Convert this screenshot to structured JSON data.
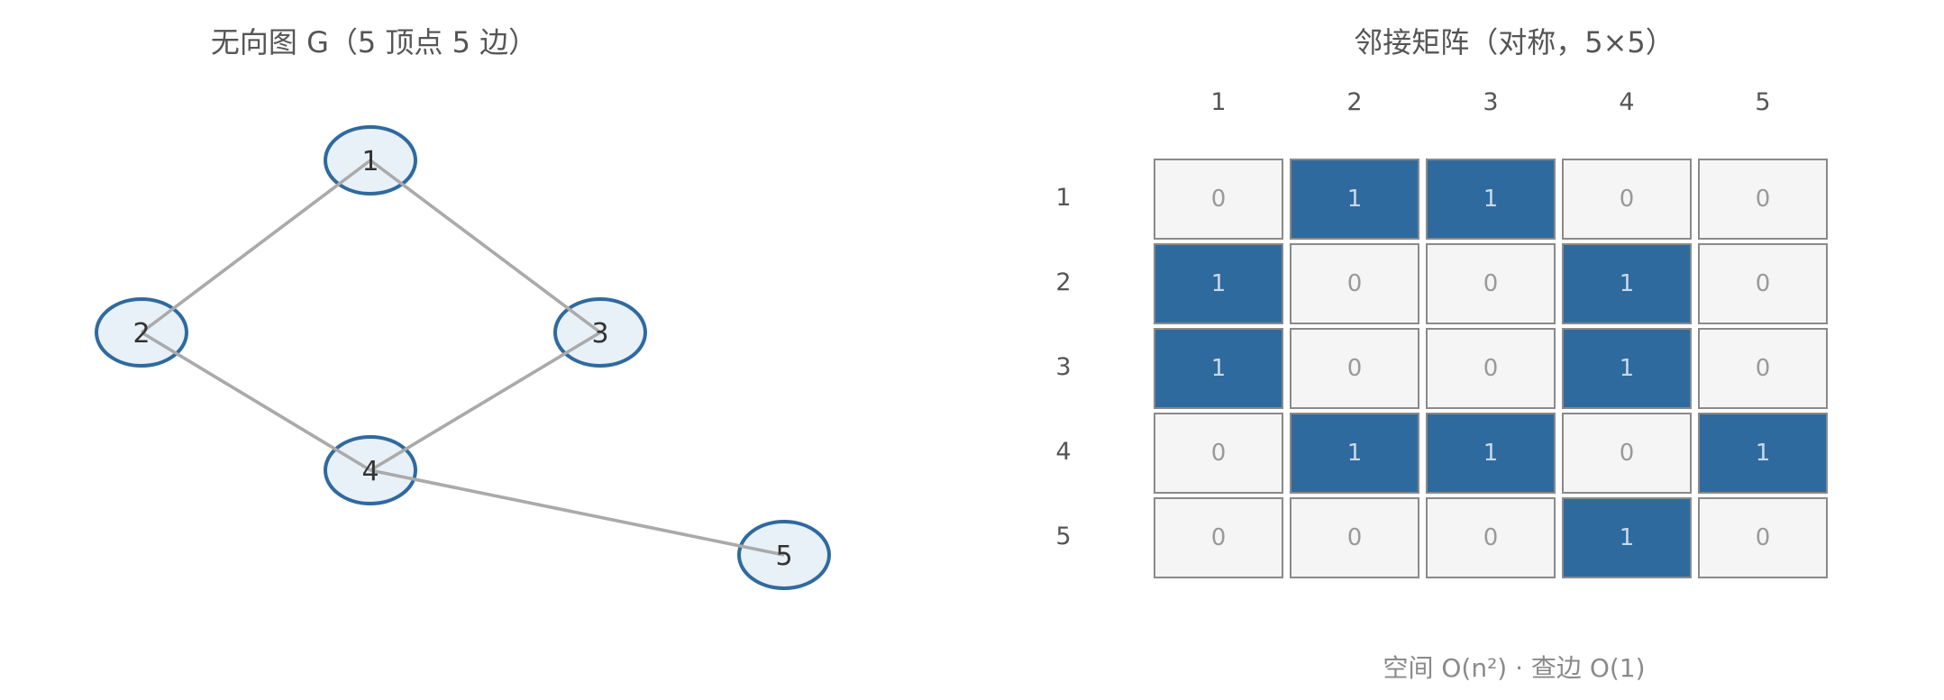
{
  "graph_title": "无向图 G（5 顶点 5 边）",
  "matrix_title": "邻接矩阵（对称，5×5）",
  "caption": "空间 O(n²) · 查边 O(1)",
  "colors": {
    "node_fill": "#e8f0f8",
    "node_stroke": "#2f6a9e",
    "edge": "#aaaaaa",
    "cell_on": "#2f6a9e",
    "cell_off": "#f5f5f5"
  },
  "graph": {
    "nodes": [
      {
        "id": "1",
        "label": "1"
      },
      {
        "id": "2",
        "label": "2"
      },
      {
        "id": "3",
        "label": "3"
      },
      {
        "id": "4",
        "label": "4"
      },
      {
        "id": "5",
        "label": "5"
      }
    ],
    "edges": [
      [
        "1",
        "2"
      ],
      [
        "1",
        "3"
      ],
      [
        "2",
        "4"
      ],
      [
        "3",
        "4"
      ],
      [
        "4",
        "5"
      ]
    ]
  },
  "matrix": {
    "col_labels": [
      "1",
      "2",
      "3",
      "4",
      "5"
    ],
    "row_labels": [
      "1",
      "2",
      "3",
      "4",
      "5"
    ],
    "rows": [
      [
        "0",
        "1",
        "1",
        "0",
        "0"
      ],
      [
        "1",
        "0",
        "0",
        "1",
        "0"
      ],
      [
        "1",
        "0",
        "0",
        "1",
        "0"
      ],
      [
        "0",
        "1",
        "1",
        "0",
        "1"
      ],
      [
        "0",
        "0",
        "0",
        "1",
        "0"
      ]
    ]
  }
}
